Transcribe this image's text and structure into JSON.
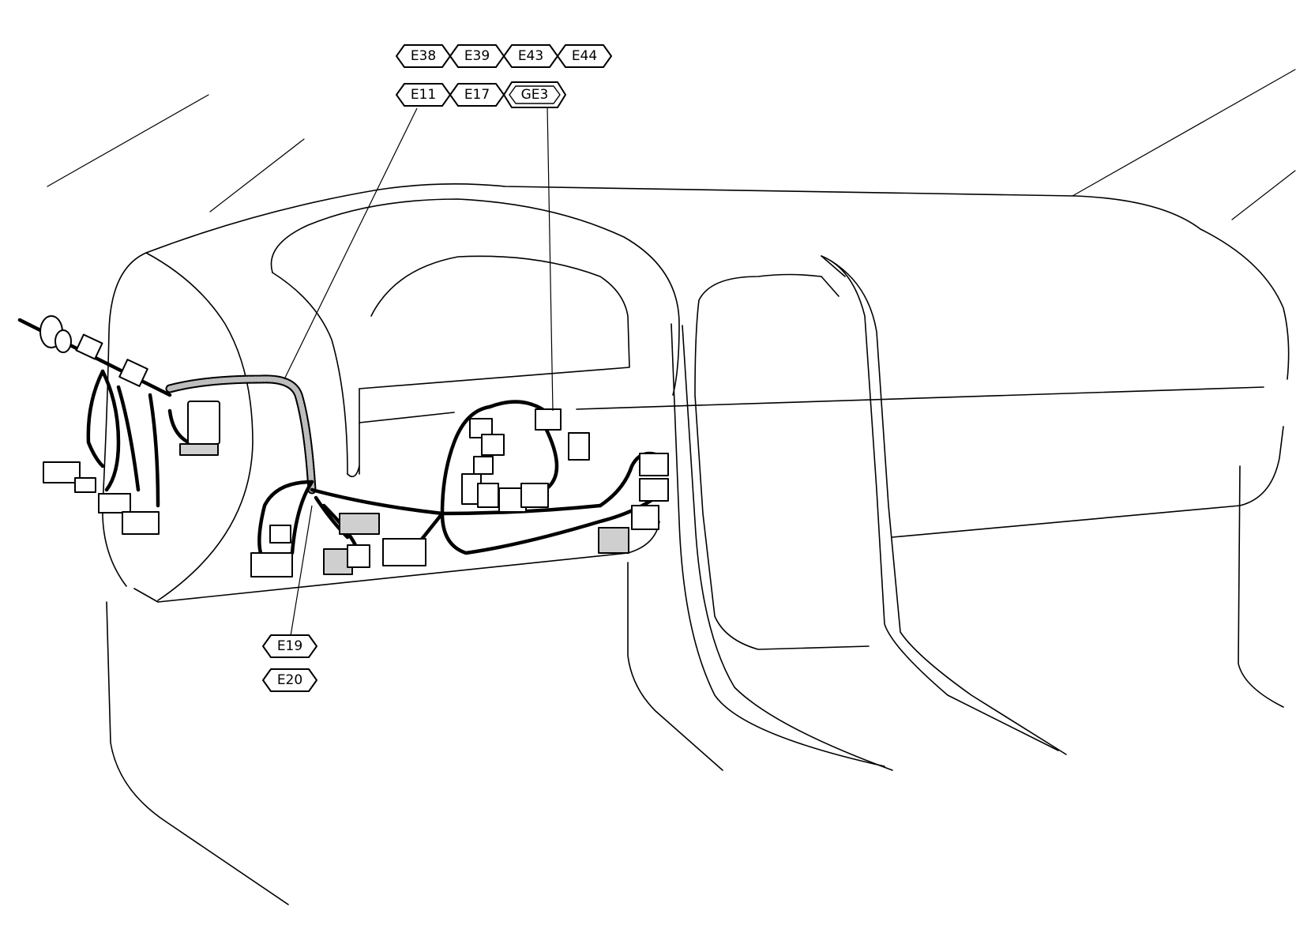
{
  "labels": {
    "e38": "E38",
    "e39": "E39",
    "e43": "E43",
    "e44": "E44",
    "e11": "E11",
    "e17": "E17",
    "ge3": "GE3",
    "e19": "E19",
    "e20": "E20"
  }
}
